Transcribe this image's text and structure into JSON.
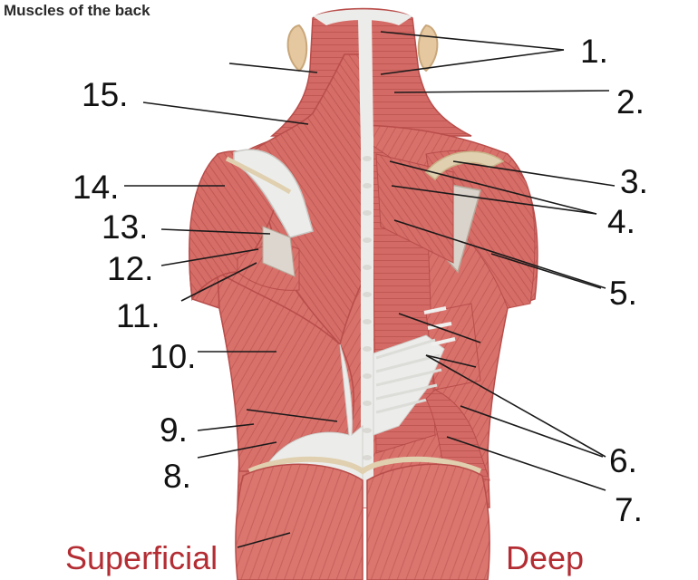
{
  "title": "Muscles of the back",
  "labels": {
    "n1": "1.",
    "n2": "2.",
    "n3": "3.",
    "n4": "4.",
    "n5": "5.",
    "n6": "6.",
    "n7": "7.",
    "n8": "8.",
    "n9": "9.",
    "n10": "10.",
    "n11": "11.",
    "n12": "12.",
    "n13": "13.",
    "n14": "14.",
    "n15": "15."
  },
  "sides": {
    "left": "Superficial",
    "right": "Deep"
  },
  "colors": {
    "muscle": "#d9716b",
    "muscle_dark": "#b84d4a",
    "muscle_light": "#e89890",
    "tendon": "#ecedeb",
    "bone": "#e0d0b0",
    "side_label": "#b32d33",
    "leader": "#1a1a1a"
  }
}
